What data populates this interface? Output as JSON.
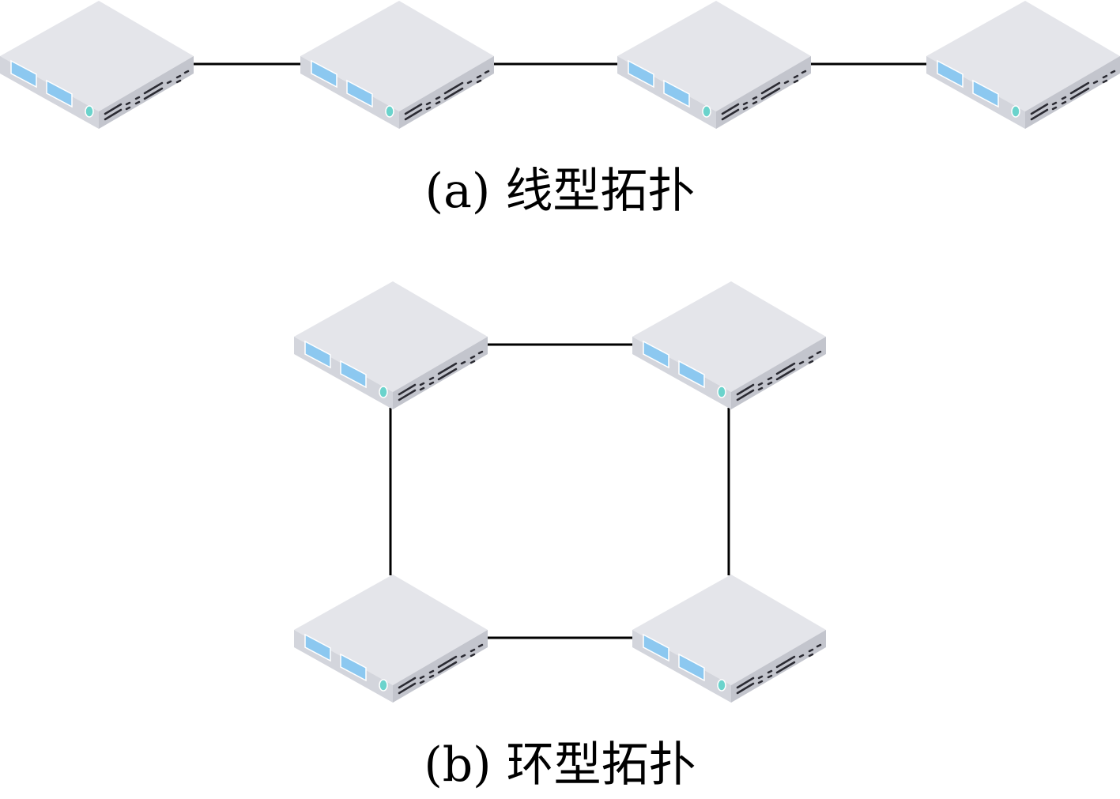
{
  "diagrams": [
    {
      "id": "a",
      "caption": "(a) 线型拓扑",
      "topology": "line",
      "node_count": 4,
      "links": [
        [
          0,
          1
        ],
        [
          1,
          2
        ],
        [
          2,
          3
        ]
      ]
    },
    {
      "id": "b",
      "caption": "(b) 环型拓扑",
      "topology": "ring",
      "node_count": 4,
      "links": [
        [
          0,
          1
        ],
        [
          1,
          3
        ],
        [
          3,
          2
        ],
        [
          2,
          0
        ]
      ]
    }
  ],
  "colors": {
    "device_top": "#e4e5ea",
    "device_left": "#d3d5dc",
    "device_right": "#c3c5cd",
    "port": "#8cc8f0",
    "port_border": "#ffffff",
    "led": "#6bd3cc",
    "vent": "#2b2b33",
    "link": "#000000"
  },
  "icons": {
    "device": "network-switch-icon"
  }
}
